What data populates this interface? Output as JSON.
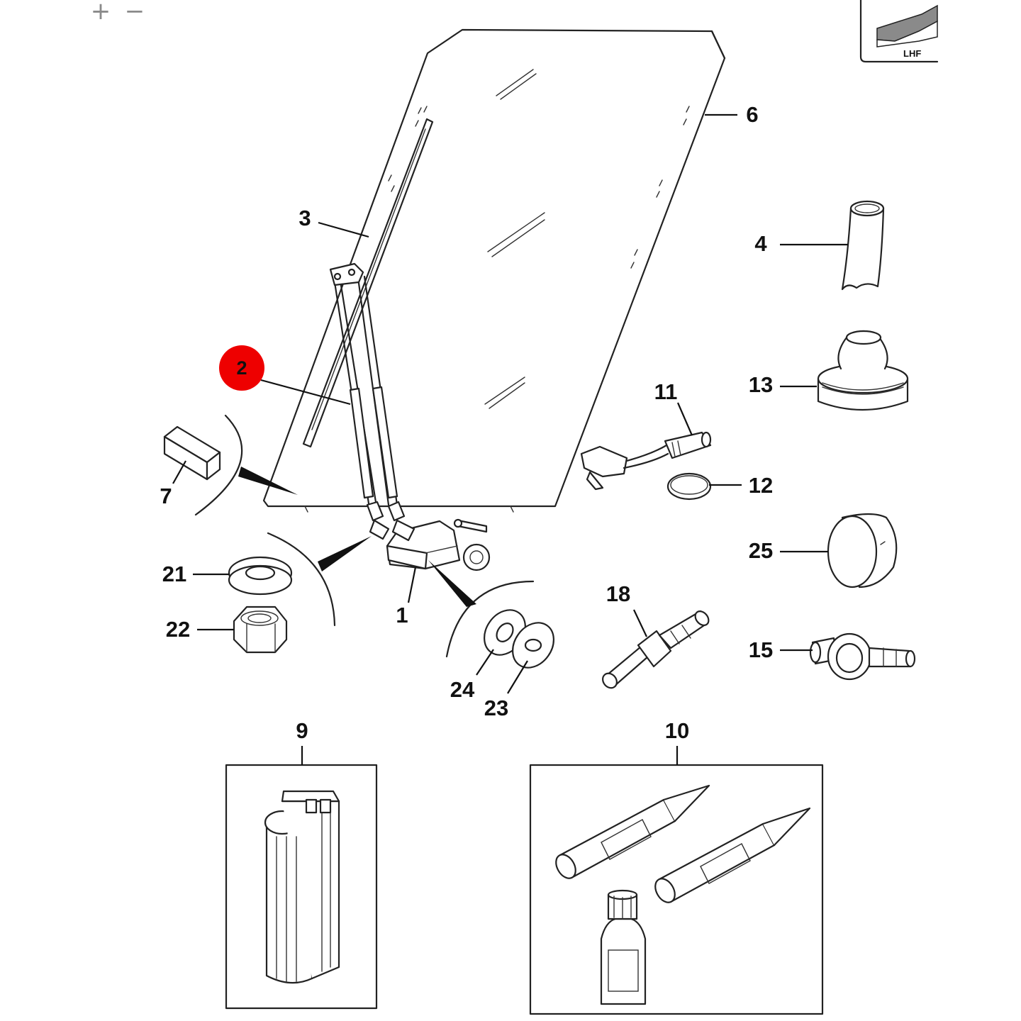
{
  "toolbar": {
    "zoom_in_label": "+",
    "zoom_out_label": "−"
  },
  "orientation_badge": {
    "label": "LHF"
  },
  "callouts": {
    "c1": "1",
    "c2": "2",
    "c3": "3",
    "c4": "4",
    "c6": "6",
    "c7": "7",
    "c9": "9",
    "c10": "10",
    "c11": "11",
    "c12": "12",
    "c13": "13",
    "c15": "15",
    "c18": "18",
    "c21": "21",
    "c22": "22",
    "c23": "23",
    "c24": "24",
    "c25": "25"
  },
  "highlighted_callout": "2",
  "colors": {
    "highlight": "#ee0000",
    "line": "#222222",
    "background": "#ffffff"
  }
}
